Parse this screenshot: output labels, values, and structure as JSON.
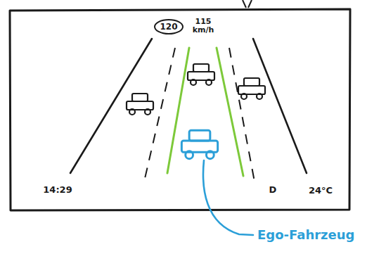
{
  "diagram": {
    "nodes": [
      {
        "text": [
          "120"
        ]
      }
    ],
    "labels": [
      "115 km/h",
      "14:29",
      "D",
      "24°C",
      "Ego-Fahrzeug"
    ]
  }
}
